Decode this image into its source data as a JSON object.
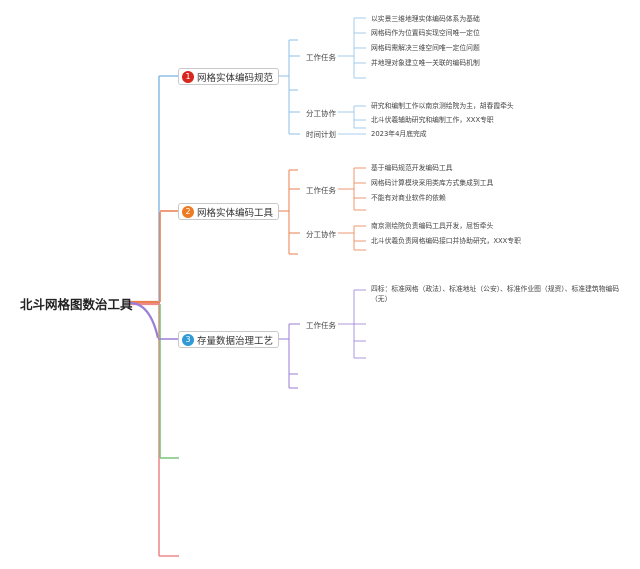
{
  "root": {
    "label": "北斗网格图数治工具"
  },
  "branches": [
    {
      "num": "1",
      "label": "网格实体编码规范",
      "color": "#d6281d",
      "subs": [
        {
          "label": "工作任务",
          "items": [
            "以实景三维地理实体编码体系为基础",
            "网格码作为位置码实现空间唯一定位",
            "网格码需解决三维空间唯一定位问题",
            "并地理对象建立唯一关联的编码机制"
          ]
        },
        {
          "label": "分工协作",
          "items": [
            "研究和编制工作以南京测绘院为主，胡春霞牵头",
            "北斗伏羲辅助研究和编制工作，XXX专职"
          ]
        },
        {
          "label": "时间计划",
          "items": [
            "2023年4月底完成"
          ]
        }
      ]
    },
    {
      "num": "2",
      "label": "网格实体编码工具",
      "color": "#ee7a22",
      "subs": [
        {
          "label": "工作任务",
          "items": [
            "基于编码规范开发编码工具",
            "网格码计算模块采用类库方式集成到工具",
            "不能有对商业软件的依赖"
          ]
        },
        {
          "label": "分工协作",
          "items": [
            "南京测绘院负责编码工具开发，屈哲牵头",
            "北斗伏羲负责网格编码接口并协助研究，XXX专职"
          ]
        }
      ]
    },
    {
      "num": "3",
      "label": "存量数据治理工艺",
      "color": "#2f9ad6",
      "subs": [
        {
          "label": "工作任务",
          "items": [
            "四标：标准网格（政法）、标准地址（公安）、标准作业图（规资）、标准建筑物编码（无）"
          ]
        }
      ]
    }
  ],
  "colors": {
    "b1": "#8fbfe6",
    "b2": "#ea7f4e",
    "b3": "#9a7ed6",
    "b4": "#7cc37c",
    "b5": "#ee8a8a"
  }
}
